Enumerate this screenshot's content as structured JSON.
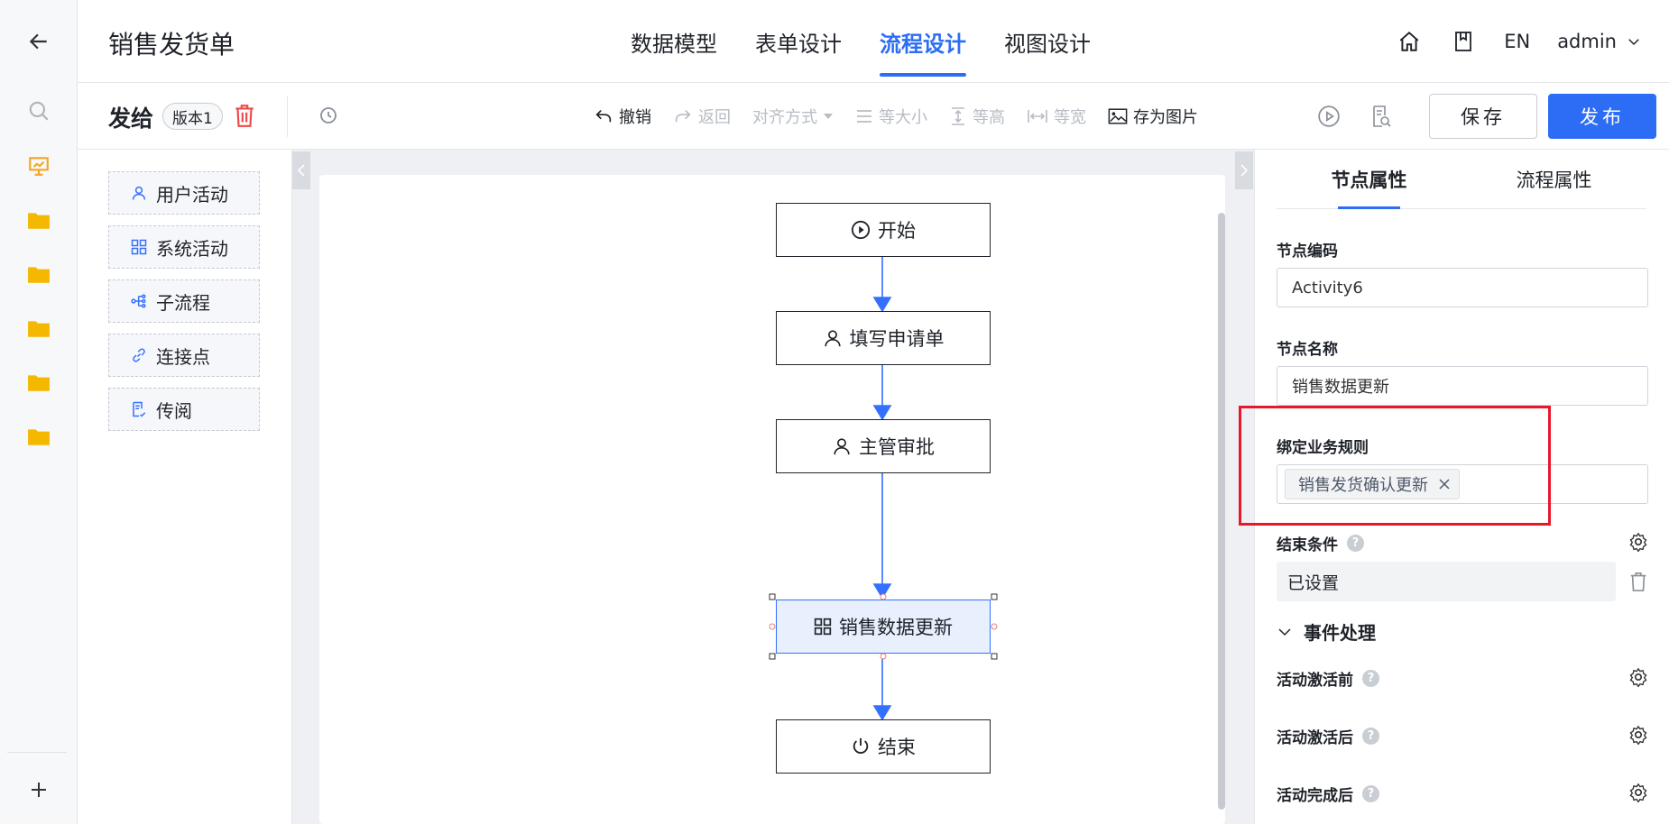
{
  "header": {
    "app_title": "销售发货单",
    "tabs": [
      {
        "label": "数据模型"
      },
      {
        "label": "表单设计"
      },
      {
        "label": "流程设计"
      },
      {
        "label": "视图设计"
      }
    ],
    "lang": "EN",
    "user": "admin"
  },
  "toolbar": {
    "title": "发给",
    "version": "版本1",
    "tools": {
      "undo": "撤销",
      "redo": "返回",
      "align": "对齐方式",
      "same_size": "等大小",
      "same_height": "等高",
      "same_width": "等宽",
      "save_image": "存为图片"
    },
    "save": "保存",
    "publish": "发布"
  },
  "palette": {
    "items": [
      {
        "label": "用户活动"
      },
      {
        "label": "系统活动"
      },
      {
        "label": "子流程"
      },
      {
        "label": "连接点"
      },
      {
        "label": "传阅"
      }
    ]
  },
  "flow": {
    "nodes": [
      {
        "label": "开始"
      },
      {
        "label": "填写申请单"
      },
      {
        "label": "主管审批"
      },
      {
        "label": "销售数据更新"
      },
      {
        "label": "结束"
      }
    ]
  },
  "props": {
    "tab_node": "节点属性",
    "tab_flow": "流程属性",
    "code_label": "节点编码",
    "code_value": "Activity6",
    "name_label": "节点名称",
    "name_value": "销售数据更新",
    "rule_label": "绑定业务规则",
    "rule_chip": "销售发货确认更新",
    "end_label": "结束条件",
    "end_value": "已设置",
    "event_section": "事件处理",
    "events": [
      {
        "label": "活动激活前"
      },
      {
        "label": "活动激活后"
      },
      {
        "label": "活动完成后"
      }
    ]
  },
  "colors": {
    "accent": "#2d6df6",
    "highlight": "#e8182c",
    "folder": "#f5b800"
  }
}
